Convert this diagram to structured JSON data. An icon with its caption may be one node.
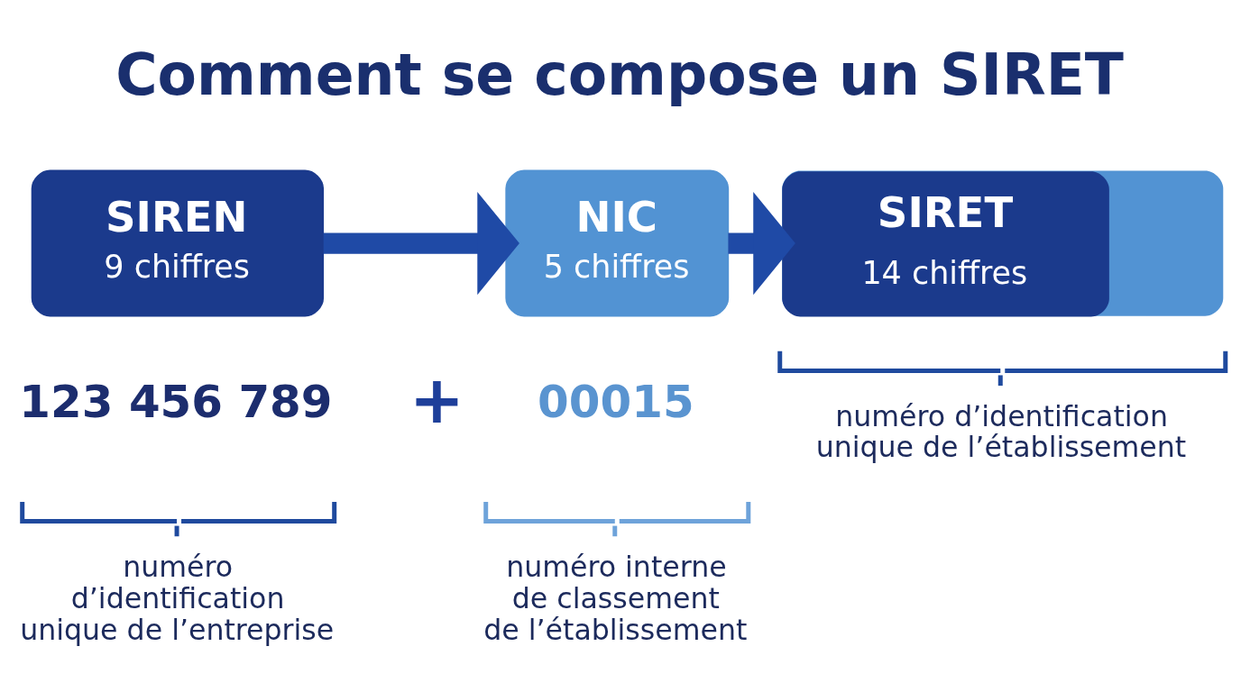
{
  "diagram": {
    "title": "Comment se compose un SIRET",
    "nodes": [
      {
        "text": [
          "SIREN",
          "9 chiffres"
        ],
        "beside": [
          "123 456 789"
        ]
      },
      {
        "text": [
          "NIC",
          "5 chiffres"
        ],
        "beside": [
          "00015"
        ]
      },
      {
        "text": [
          "SIRET",
          "14 chiffres"
        ]
      }
    ],
    "edges": [
      {
        "from": 0,
        "to": 1,
        "arrow": "to"
      },
      {
        "from": 1,
        "to": 2,
        "arrow": "to"
      }
    ],
    "labels": [
      "+",
      "numéro d’identification unique de l’entreprise",
      "numéro interne de classement de l’établissement",
      "numéro d’identification unique de l’établissement"
    ]
  }
}
